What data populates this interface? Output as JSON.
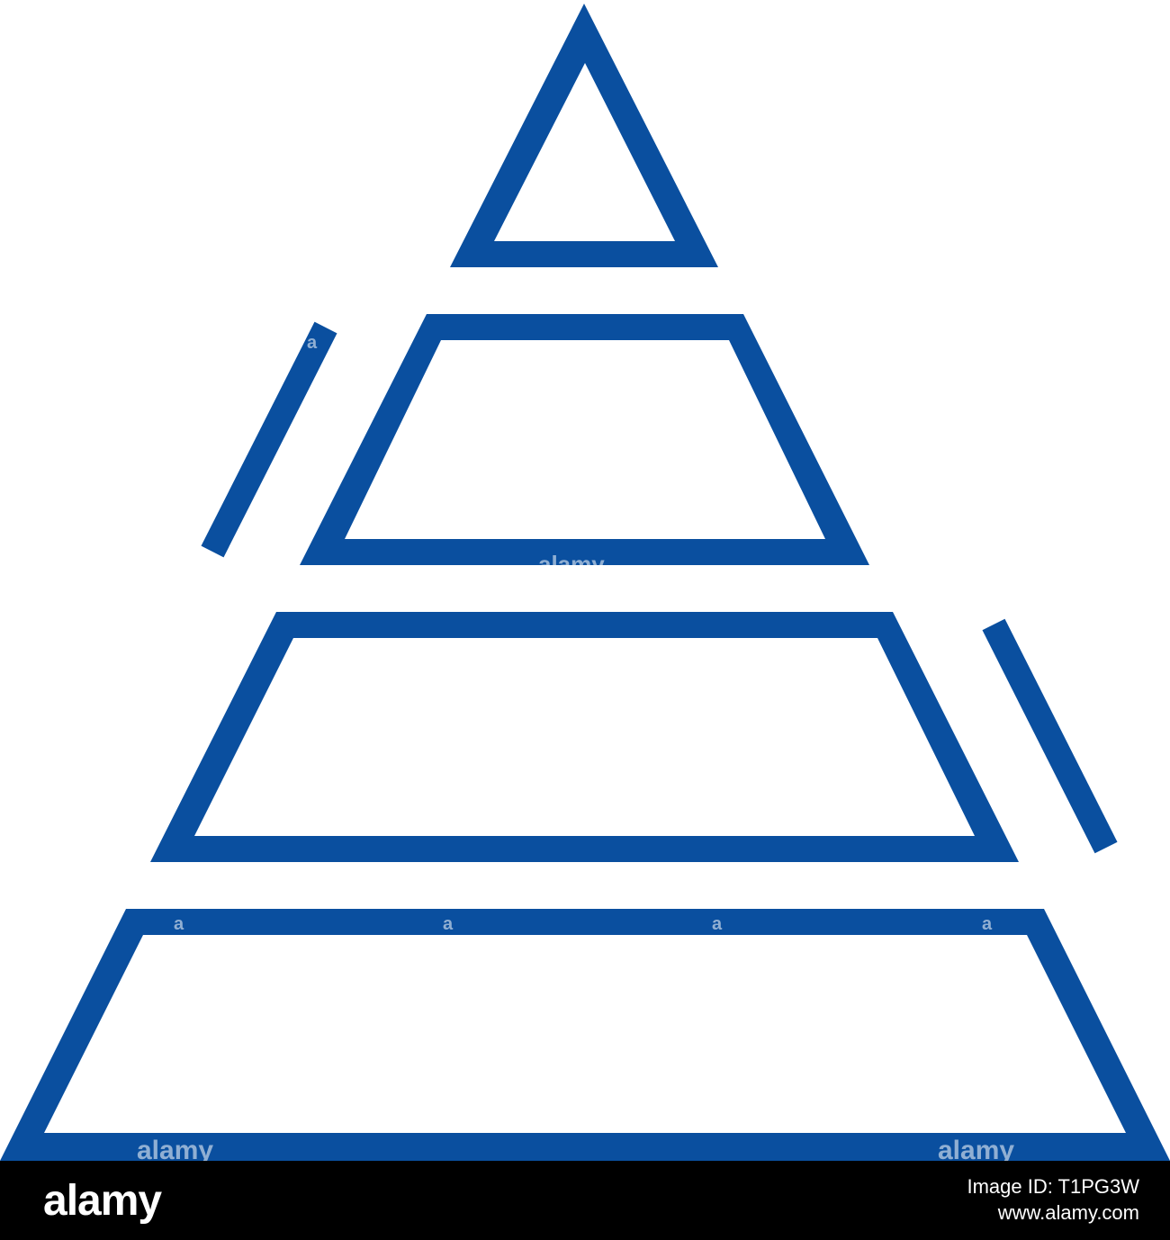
{
  "colors": {
    "stroke": "#0a4f9f",
    "background": "#ffffff",
    "footer_background": "#000000",
    "footer_text": "#ffffff"
  },
  "illustration": {
    "icon": "pyramid-chart-icon",
    "tiers": 4,
    "accent_marks": 2
  },
  "watermark": {
    "text": "alamy",
    "mark": "a"
  },
  "footer": {
    "brand": "alamy",
    "image_id": "Image ID: T1PG3W",
    "url": "www.alamy.com"
  }
}
